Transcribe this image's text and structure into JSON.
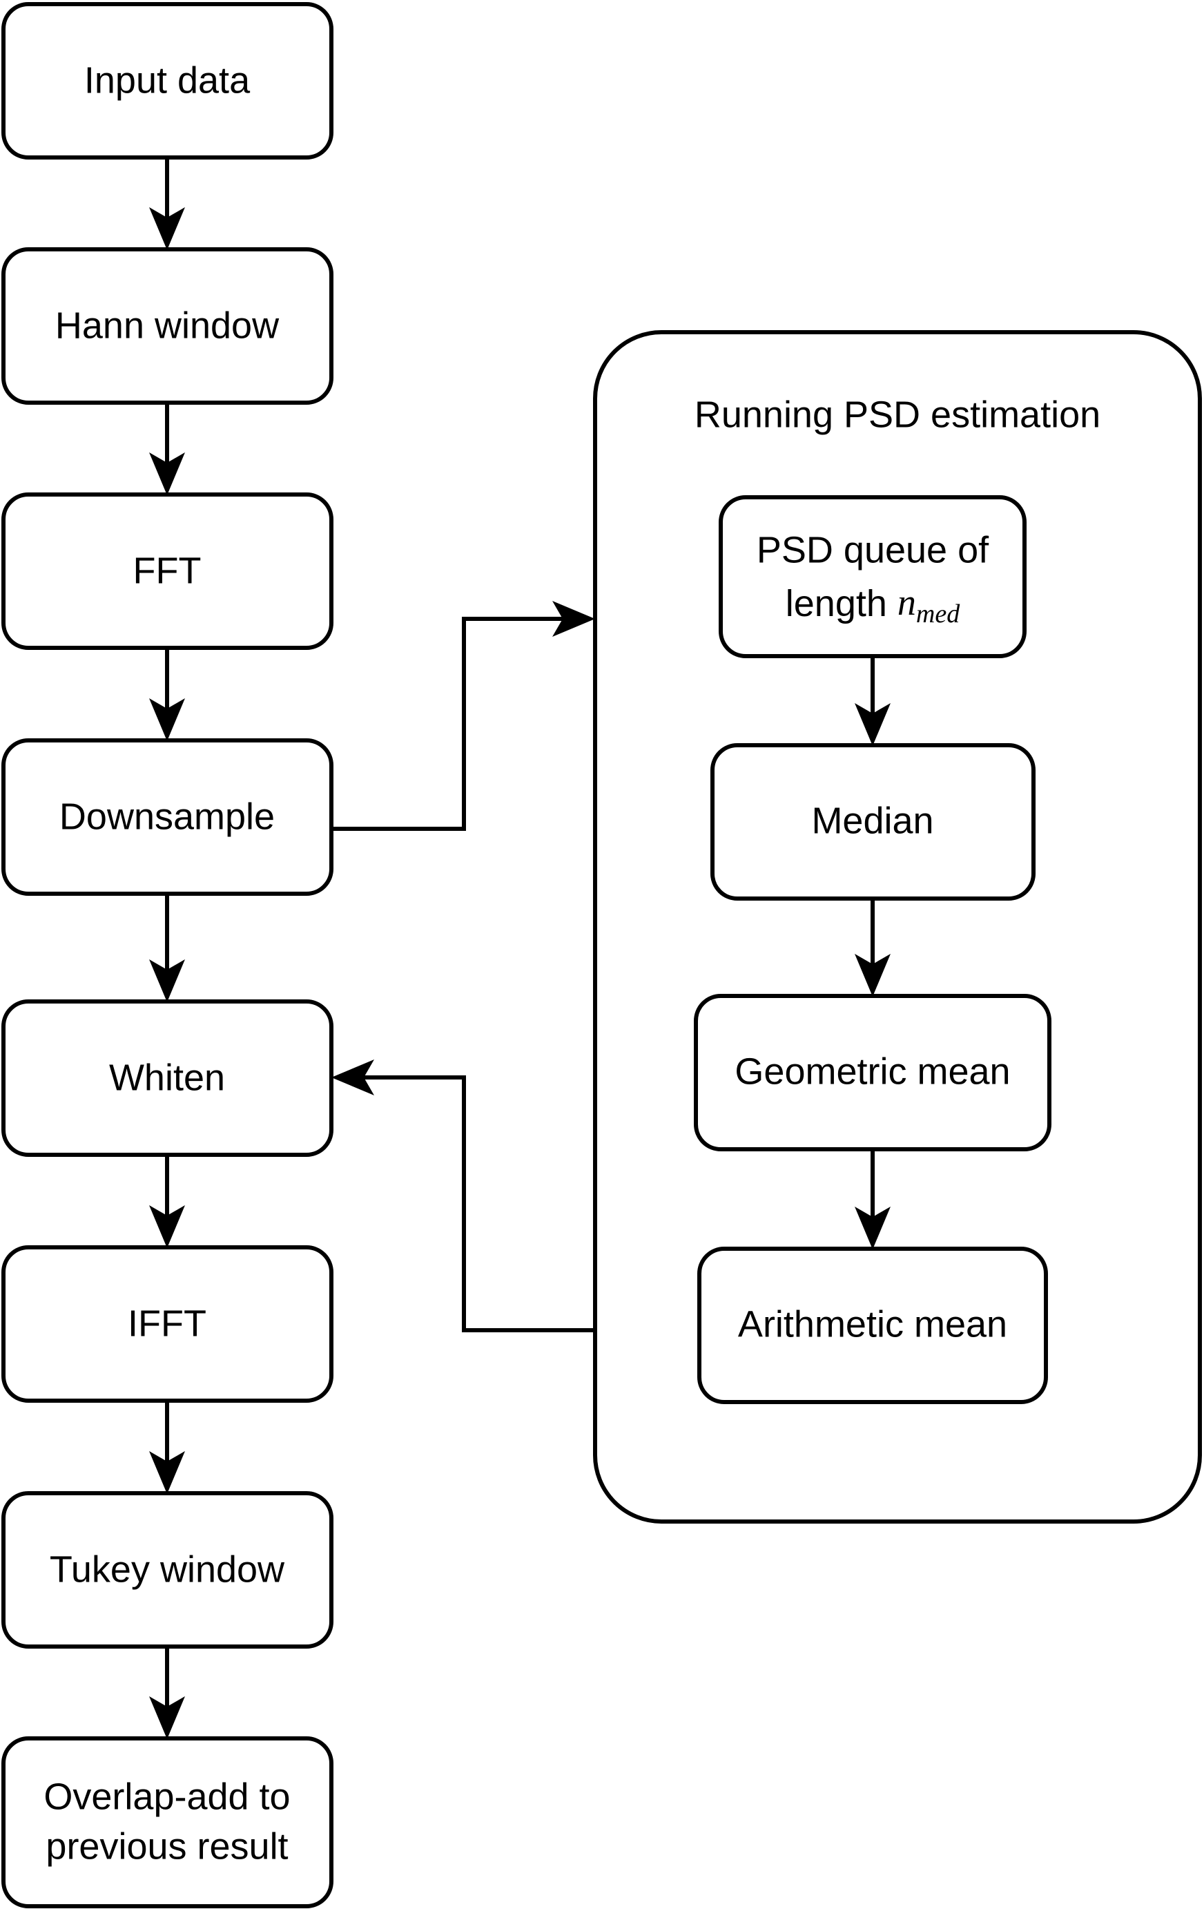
{
  "diagram": {
    "title": "Whitening pipeline flowchart",
    "background_color": "#ffffff",
    "stroke_color": "#000000"
  },
  "main_pipeline": {
    "nodes": [
      {
        "id": "input-data",
        "label": "Input data"
      },
      {
        "id": "hann-window",
        "label": "Hann window"
      },
      {
        "id": "fft",
        "label": "FFT"
      },
      {
        "id": "downsample",
        "label": "Downsample"
      },
      {
        "id": "whiten",
        "label": "Whiten"
      },
      {
        "id": "ifft",
        "label": "IFFT"
      },
      {
        "id": "tukey-window",
        "label": "Tukey window"
      },
      {
        "id": "overlap-add",
        "label_line1": "Overlap-add to",
        "label_line2": "previous result"
      }
    ]
  },
  "psd_group": {
    "title": "Running PSD estimation",
    "nodes": [
      {
        "id": "psd-queue",
        "label_line1": "PSD queue of",
        "label_line2_prefix": "length ",
        "label_line2_var": "n",
        "label_line2_sub": "med"
      },
      {
        "id": "median",
        "label": "Median"
      },
      {
        "id": "geometric-mean",
        "label": "Geometric mean"
      },
      {
        "id": "arithmetic-mean",
        "label": "Arithmetic mean"
      }
    ]
  },
  "edges": [
    {
      "from": "input-data",
      "to": "hann-window",
      "kind": "vertical-arrow"
    },
    {
      "from": "hann-window",
      "to": "fft",
      "kind": "vertical-arrow"
    },
    {
      "from": "fft",
      "to": "downsample",
      "kind": "vertical-arrow"
    },
    {
      "from": "downsample",
      "to": "whiten",
      "kind": "vertical-arrow"
    },
    {
      "from": "whiten",
      "to": "ifft",
      "kind": "vertical-arrow"
    },
    {
      "from": "ifft",
      "to": "tukey-window",
      "kind": "vertical-arrow"
    },
    {
      "from": "tukey-window",
      "to": "overlap-add",
      "kind": "vertical-arrow"
    },
    {
      "from": "downsample",
      "to": "psd-group",
      "kind": "elbow-right-arrow"
    },
    {
      "from": "psd-queue",
      "to": "median",
      "kind": "vertical-arrow"
    },
    {
      "from": "median",
      "to": "geometric-mean",
      "kind": "vertical-arrow"
    },
    {
      "from": "geometric-mean",
      "to": "arithmetic-mean",
      "kind": "vertical-arrow"
    },
    {
      "from": "psd-group",
      "to": "whiten",
      "kind": "elbow-left-arrow"
    }
  ]
}
